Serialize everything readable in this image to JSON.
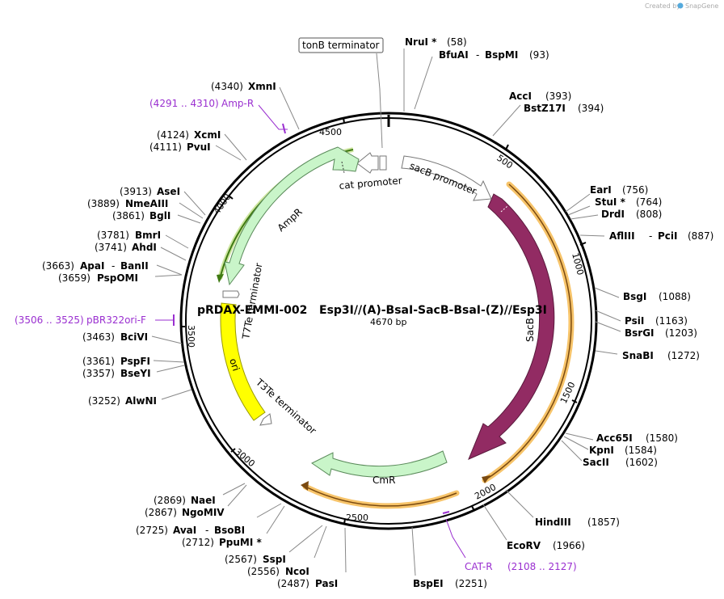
{
  "credit": {
    "created_by": "Created by",
    "brand": "SnapGene"
  },
  "plasmid": {
    "name": "pRDAX-EMMI-002   Esp3I//(A)-BsaI-SacB-BsaI-(Z)//Esp3I",
    "length_label": "4670 bp",
    "length": 4670
  },
  "ticks": [
    "500",
    "1000",
    "1500",
    "2000",
    "2500",
    "3000",
    "3500",
    "4000",
    "4500"
  ],
  "features": {
    "tonB": "tonB terminator",
    "sacB_promoter": "sacB promoter",
    "cat_promoter": "cat promoter",
    "AmpR": "AmpR",
    "T7Te": "T7Te terminator",
    "ori": "ori",
    "T3Te": "T3Te terminator",
    "CmR": "CmR",
    "SacB": "SacB"
  },
  "primers": {
    "amp_r": {
      "name": "Amp-R",
      "range": "(4291 .. 4310)"
    },
    "pbr322": {
      "name": "pBR322ori-F",
      "range": "(3506 .. 3525)"
    },
    "cat_r": {
      "name": "CAT-R",
      "range": "(2108 .. 2127)"
    }
  },
  "sites": {
    "nrui": {
      "name": "NruI *",
      "pos": "(58)"
    },
    "bfuai": {
      "name": "BfuAI",
      "sep": "-",
      "name2": "BspMI",
      "pos": "(93)"
    },
    "acci": {
      "name": "AccI",
      "pos": "(393)"
    },
    "bstz17i": {
      "name": "BstZ17I",
      "pos": "(394)"
    },
    "eari": {
      "name": "EarI",
      "pos": "(756)"
    },
    "stui": {
      "name": "StuI *",
      "pos": "(764)"
    },
    "drdi": {
      "name": "DrdI",
      "pos": "(808)"
    },
    "afliii": {
      "name": "AflIII",
      "sep": "-",
      "name2": "PciI",
      "pos": "(887)"
    },
    "bsgi": {
      "name": "BsgI",
      "pos": "(1088)"
    },
    "psii": {
      "name": "PsiI",
      "pos": "(1163)"
    },
    "bsrgi": {
      "name": "BsrGI",
      "pos": "(1203)"
    },
    "snabi": {
      "name": "SnaBI",
      "pos": "(1272)"
    },
    "acc65i": {
      "name": "Acc65I",
      "pos": "(1580)"
    },
    "kpni": {
      "name": "KpnI",
      "pos": "(1584)"
    },
    "sacii": {
      "name": "SacII",
      "pos": "(1602)"
    },
    "hindiii": {
      "name": "HindIII",
      "pos": "(1857)"
    },
    "ecorv": {
      "name": "EcoRV",
      "pos": "(1966)"
    },
    "bspei": {
      "name": "BspEI",
      "pos": "(2251)"
    },
    "pasi": {
      "name": "PasI",
      "pos": "(2487)"
    },
    "ncoi": {
      "name": "NcoI",
      "pos": "(2556)"
    },
    "sspi": {
      "name": "SspI",
      "pos": "(2567)"
    },
    "ppumi": {
      "name": "PpuMI *",
      "pos": "(2712)"
    },
    "avai": {
      "name": "AvaI",
      "sep": "-",
      "name2": "BsoBI",
      "pos": "(2725)"
    },
    "ngomiv": {
      "name": "NgoMIV",
      "pos": "(2867)"
    },
    "naei": {
      "name": "NaeI",
      "pos": "(2869)"
    },
    "alwni": {
      "name": "AlwNI",
      "pos": "(3252)"
    },
    "bseyi": {
      "name": "BseYI",
      "pos": "(3357)"
    },
    "pspfi": {
      "name": "PspFI",
      "pos": "(3361)"
    },
    "bcivi": {
      "name": "BciVI",
      "pos": "(3463)"
    },
    "pspomi": {
      "name": "PspOMI",
      "pos": "(3659)"
    },
    "apai": {
      "name": "ApaI",
      "sep": "-",
      "name2": "BanII",
      "pos": "(3663)"
    },
    "ahdi": {
      "name": "AhdI",
      "pos": "(3741)"
    },
    "bmri": {
      "name": "BmrI",
      "pos": "(3781)"
    },
    "bgli": {
      "name": "BglI",
      "pos": "(3861)"
    },
    "nmeaiii": {
      "name": "NmeAIII",
      "pos": "(3889)"
    },
    "asei": {
      "name": "AseI",
      "pos": "(3913)"
    },
    "pvui": {
      "name": "PvuI",
      "pos": "(4111)"
    },
    "xcmi": {
      "name": "XcmI",
      "pos": "(4124)"
    },
    "xmni": {
      "name": "XmnI",
      "pos": "(4340)"
    }
  }
}
